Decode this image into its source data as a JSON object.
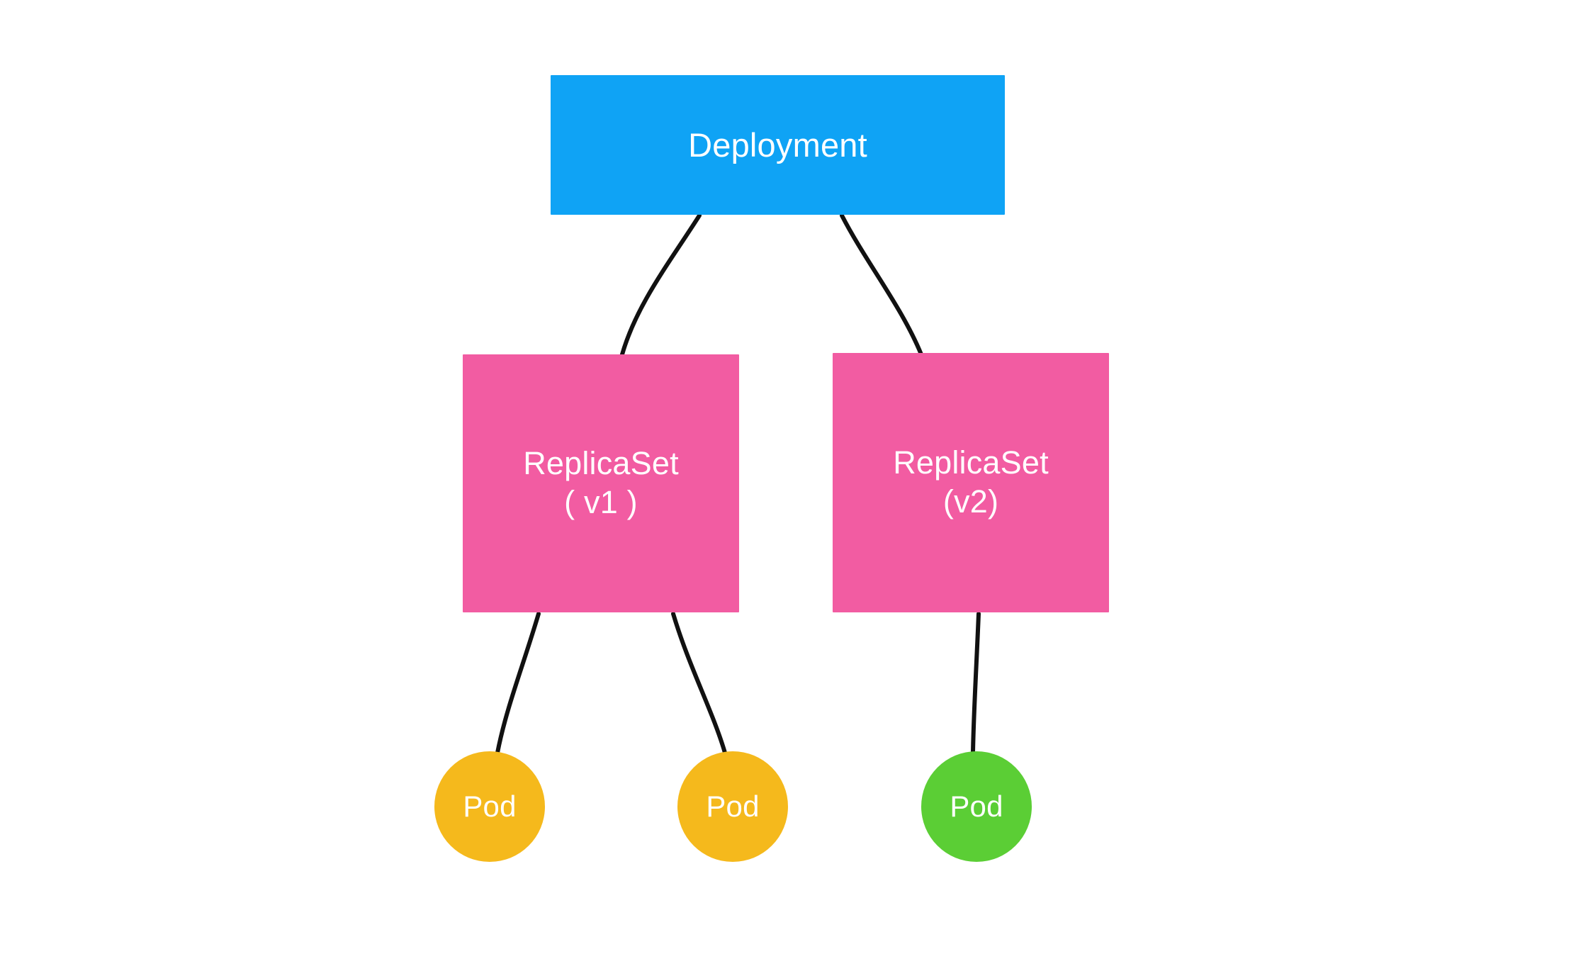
{
  "diagram": {
    "title": "Kubernetes Deployment to ReplicaSet to Pod hierarchy",
    "background_color": "#ffffff",
    "edge_color": "#111111",
    "nodes": {
      "deployment": {
        "label": "Deployment",
        "shape": "rectangle",
        "fill": "#0FA3F5",
        "text_color": "#ffffff"
      },
      "replicaset_v1": {
        "label": "ReplicaSet\n( v1 )",
        "shape": "rectangle",
        "fill": "#F25CA2",
        "text_color": "#ffffff"
      },
      "replicaset_v2": {
        "label": "ReplicaSet\n(v2)",
        "shape": "rectangle",
        "fill": "#F25CA2",
        "text_color": "#ffffff"
      },
      "pod_1": {
        "label": "Pod",
        "shape": "circle",
        "fill": "#F5B91C",
        "text_color": "#ffffff"
      },
      "pod_2": {
        "label": "Pod",
        "shape": "circle",
        "fill": "#F5B91C",
        "text_color": "#ffffff"
      },
      "pod_3": {
        "label": "Pod",
        "shape": "circle",
        "fill": "#5BCE35",
        "text_color": "#ffffff"
      }
    },
    "edges": [
      {
        "from": "deployment",
        "to": "replicaset_v1"
      },
      {
        "from": "deployment",
        "to": "replicaset_v2"
      },
      {
        "from": "replicaset_v1",
        "to": "pod_1"
      },
      {
        "from": "replicaset_v1",
        "to": "pod_2"
      },
      {
        "from": "replicaset_v2",
        "to": "pod_3"
      }
    ]
  }
}
